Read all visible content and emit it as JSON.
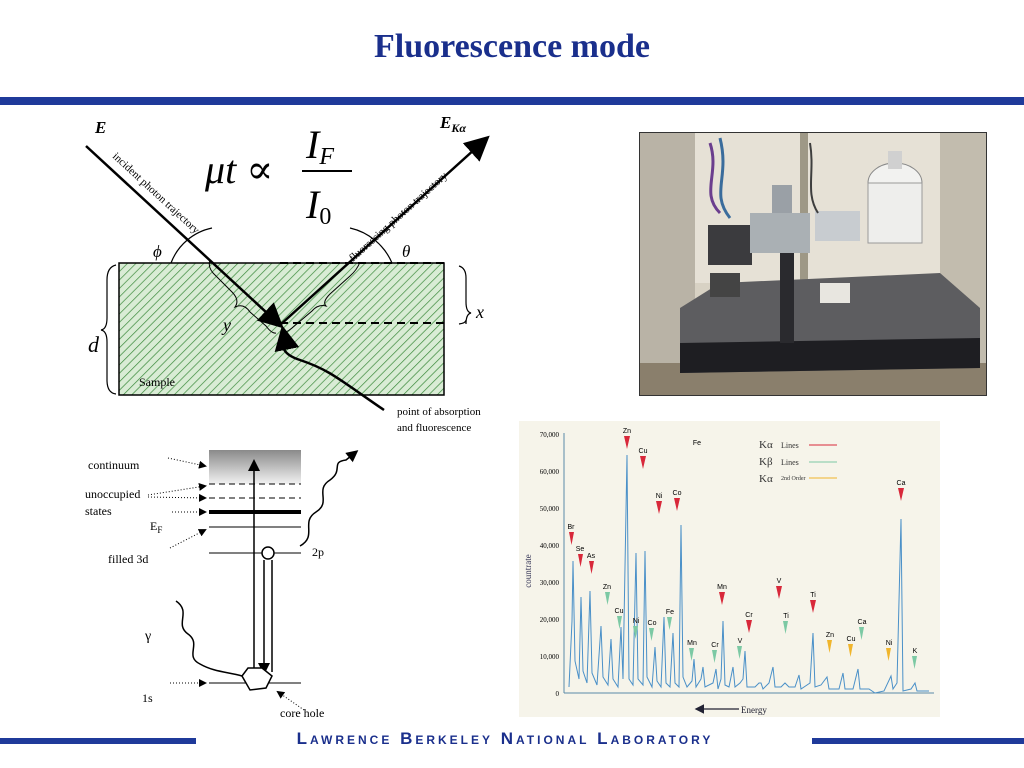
{
  "title": "Fluorescence mode",
  "footer": "Lawrence Berkeley National Laboratory",
  "geometry_diagram": {
    "incident_label": "E",
    "fluor_label": "E",
    "fluor_sub": "Kα",
    "incident_trajectory": "incident photon trajectory",
    "fluor_trajectory": "fluorescing photon trajectory",
    "phi": "ϕ",
    "theta": "θ",
    "x": "x",
    "y": "y",
    "d": "d",
    "sample": "Sample",
    "point_label_1": "point of absorption",
    "point_label_2": "and fluorescence",
    "formula_lhs": "μt ∝",
    "formula_num": "I",
    "formula_num_sub": "F",
    "formula_den": "I",
    "formula_den_sub": "0"
  },
  "energy_diagram": {
    "continuum": "continuum",
    "unoccupied_1": "unoccupied",
    "unoccupied_2": "states",
    "fermi": "E",
    "fermi_sub": "F",
    "filled": "filled 3d",
    "two_p": "2p",
    "gamma": "γ",
    "one_s": "1s",
    "core_hole": "core hole"
  },
  "spectrum": {
    "ylabel": "countrate",
    "xlabel": "Energy",
    "yticks": [
      "70,000",
      "60,000",
      "50,000",
      "40,000",
      "30,000",
      "20,000",
      "10,000",
      "0"
    ],
    "legend": [
      {
        "symbol": "Kα",
        "text": "Lines",
        "color": "#d8283a"
      },
      {
        "symbol": "Kβ",
        "text": "Lines",
        "color": "#7cc9a4"
      },
      {
        "symbol": "Kα",
        "text": "2nd Order",
        "color": "#f0b52c"
      }
    ],
    "peak_labels": [
      "Br",
      "Se",
      "As",
      "Zn",
      "Cu",
      "Zn",
      "Cu",
      "Ni",
      "Co",
      "Ni",
      "Co",
      "Fe",
      "Fe",
      "Mn",
      "Cr",
      "Mn",
      "V",
      "Cr",
      "V",
      "Ti",
      "Ti",
      "Zn",
      "Cu",
      "Ca",
      "Ni",
      "Ca",
      "K"
    ]
  }
}
